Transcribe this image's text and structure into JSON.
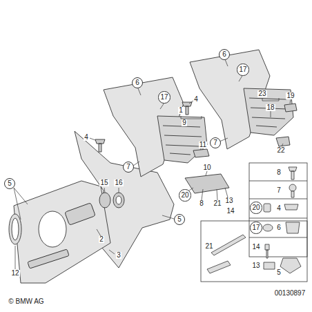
{
  "diagram": {
    "nodes": [
      {
        "text": [
          "6"
        ]
      },
      {
        "text": [
          "17"
        ]
      },
      {
        "text": [
          "6"
        ]
      },
      {
        "text": [
          "17"
        ]
      },
      {
        "text": [
          "7"
        ]
      },
      {
        "text": [
          "7"
        ]
      },
      {
        "text": [
          "5"
        ]
      },
      {
        "text": [
          "20"
        ]
      },
      {
        "text": [
          "5"
        ]
      },
      {
        "text": [
          "20"
        ]
      },
      {
        "text": [
          "17"
        ]
      }
    ],
    "labels": [
      "23",
      "18",
      "19",
      "1",
      "9",
      "4",
      "4",
      "11",
      "22",
      "10",
      "8",
      "21",
      "13",
      "14",
      "15",
      "16",
      "2",
      "3",
      "12",
      "8",
      "7",
      "4",
      "6",
      "21",
      "14",
      "13",
      "5",
      "© BMW AG",
      "00130897"
    ]
  }
}
